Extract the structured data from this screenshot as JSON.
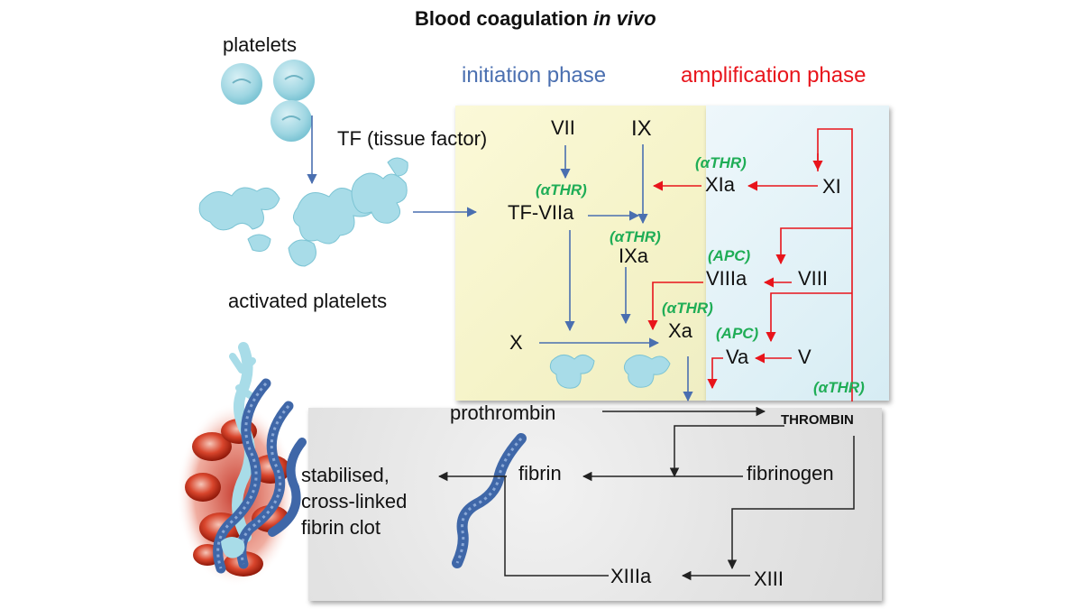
{
  "title": {
    "main": "Blood coagulation ",
    "emphasis": "in vivo"
  },
  "phases": {
    "initiation": "initiation phase",
    "amplification": "amplification phase"
  },
  "labels": {
    "platelets": "platelets",
    "tissue_factor": "TF (tissue factor)",
    "activated_platelets": "activated platelets",
    "VII": "VII",
    "IX": "IX",
    "TF_VIIa": "TF-VIIa",
    "IXa": "IXa",
    "X": "X",
    "Xa": "Xa",
    "XIa": "XIa",
    "XI": "XI",
    "VIIIa": "VIIIa",
    "VIII": "VIII",
    "Va": "Va",
    "V": "V",
    "prothrombin": "prothrombin",
    "thrombin": "THROMBIN",
    "fibrin": "fibrin",
    "fibrinogen": "fibrinogen",
    "XIIIa": "XIIIa",
    "XIII": "XIII",
    "clot_line1": "stabilised,",
    "clot_line2": "cross-linked",
    "clot_line3": "fibrin clot"
  },
  "annotations": {
    "athr_tfviia": "(αTHR)",
    "athr_ixa": "(αTHR)",
    "athr_xia": "(αTHR)",
    "apc_viiia": "(APC)",
    "athr_xa": "(αTHR)",
    "apc_va": "(APC)",
    "athr_thrombin": "(αTHR)"
  },
  "colors": {
    "blue_arrow": "#4a6fb0",
    "red_arrow": "#e8141b",
    "black_arrow": "#222222",
    "green_text": "#1fad56",
    "platelet": "#9fd6e2",
    "fibrin_strand": "#3f67a8",
    "rbc": "#c0281a"
  },
  "icons": [
    "platelet-icon",
    "activated-platelet-icon",
    "fibrin-strand-icon",
    "clot-illustration-icon"
  ]
}
